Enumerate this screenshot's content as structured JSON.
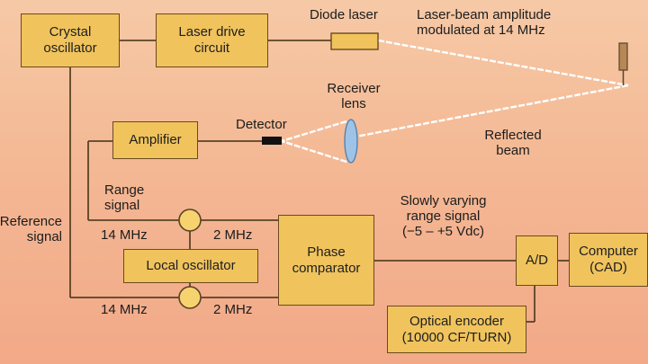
{
  "boxes": {
    "crystal_oscillator": "Crystal\noscillator",
    "laser_drive_circuit": "Laser drive\ncircuit",
    "amplifier": "Amplifier",
    "local_oscillator": "Local oscillator",
    "phase_comparator": "Phase\ncomparator",
    "ad_converter": "A/D",
    "computer": "Computer\n(CAD)",
    "optical_encoder": "Optical encoder\n(10000 CF/TURN)"
  },
  "labels": {
    "diode_laser": "Diode laser",
    "beam_modulation": "Laser-beam amplitude\nmodulated at 14 MHz",
    "receiver_lens": "Receiver\nlens",
    "detector": "Detector",
    "reflected_beam": "Reflected\nbeam",
    "range_signal": "Range\nsignal",
    "reference_signal": "Reference\nsignal",
    "freq_14mhz_top": "14 MHz",
    "freq_2mhz_top": "2 MHz",
    "freq_14mhz_bottom": "14 MHz",
    "freq_2mhz_bottom": "2 MHz",
    "slowly_varying": "Slowly varying\nrange signal\n(−5 – +5 Vdc)"
  },
  "colors": {
    "box_fill": "#f0c35d",
    "wire": "#5a4326",
    "beam": "#ffffff",
    "lens": "#9ec3e6"
  }
}
